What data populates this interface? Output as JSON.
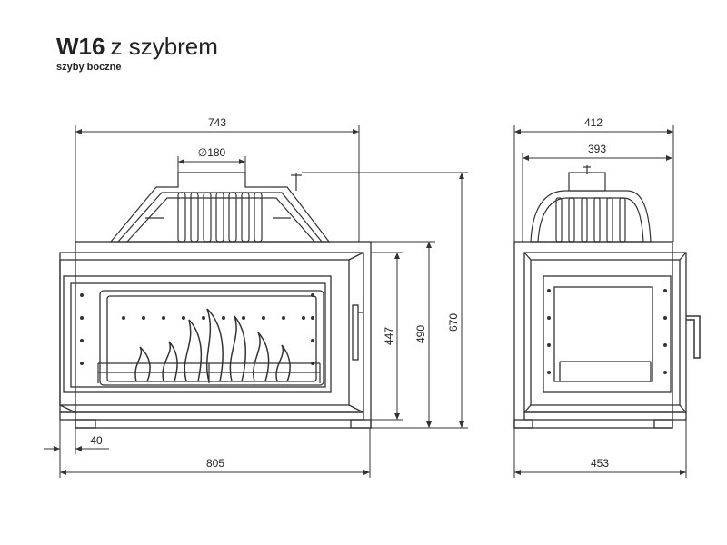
{
  "title": {
    "model": "W16",
    "variant": "z szybrem",
    "subtitle": "szyby boczne"
  },
  "dimensions": {
    "front_top_width": "743",
    "flue_diameter": "∅180",
    "front_bottom_width": "805",
    "foot_offset": "40",
    "height_inner": "447",
    "height_body": "490",
    "height_total": "670",
    "side_top_width": "412",
    "side_inner_width": "393",
    "side_bottom_width": "453"
  },
  "colors": {
    "line": "#333333",
    "background": "#ffffff"
  }
}
